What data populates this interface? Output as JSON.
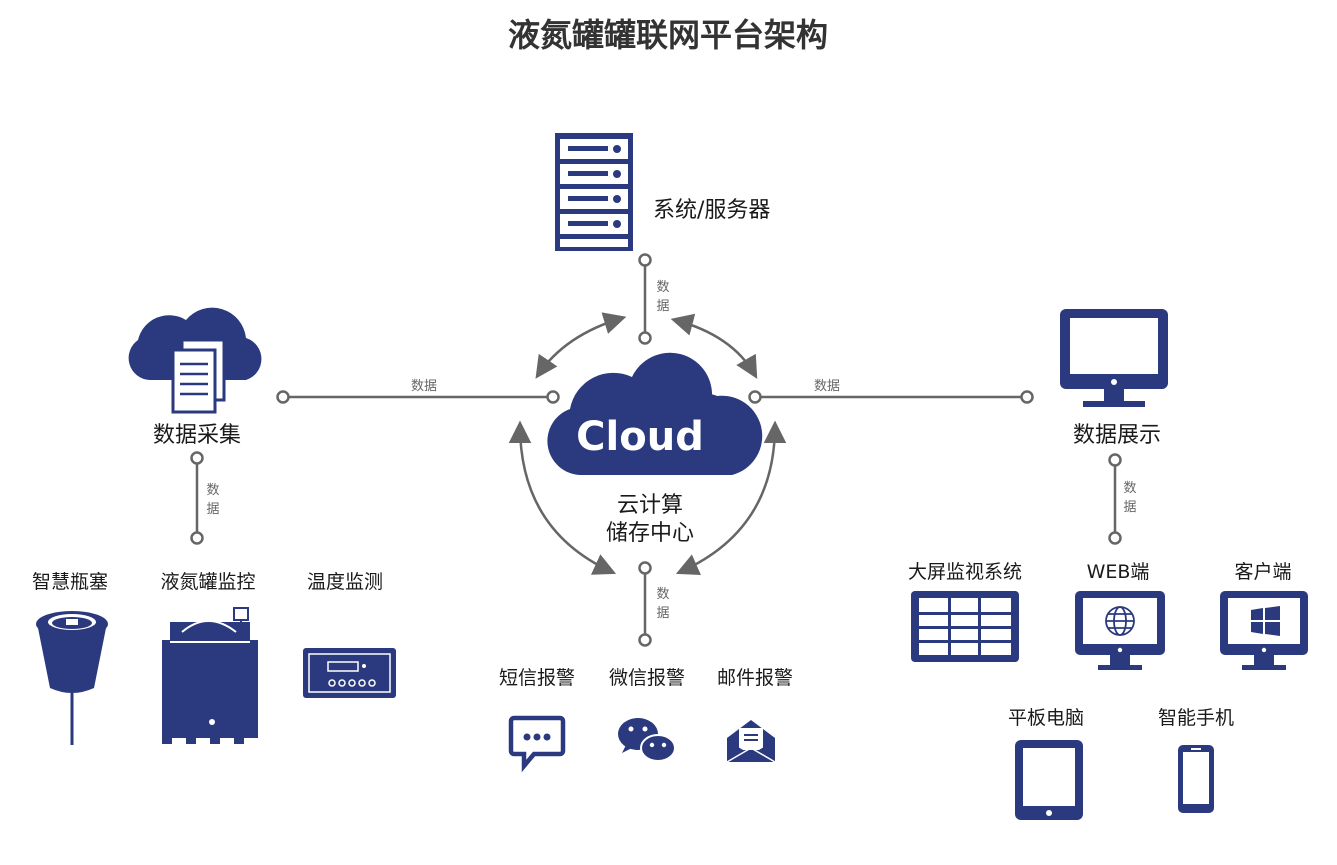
{
  "title": "液氮罐罐联网平台架构",
  "colors": {
    "primary": "#2b3a7e",
    "connector": "#666666",
    "text": "#1a1a1a",
    "edge_label": "#666666"
  },
  "center": {
    "cloud_text": "Cloud",
    "label_line1": "云计算",
    "label_line2": "储存中心"
  },
  "server": {
    "label": "系统/服务器",
    "icon": "server-rack-icon"
  },
  "acquisition": {
    "label": "数据采集",
    "icon": "cloud-documents-icon",
    "devices": [
      {
        "label": "智慧瓶塞",
        "icon": "bottle-stopper-icon"
      },
      {
        "label": "液氮罐监控",
        "icon": "nitrogen-tank-icon"
      },
      {
        "label": "温度监测",
        "icon": "temperature-monitor-icon"
      }
    ]
  },
  "display": {
    "label": "数据展示",
    "icon": "monitor-icon",
    "clients_row1": [
      {
        "label": "大屏监视系统",
        "icon": "big-screen-icon"
      },
      {
        "label": "WEB端",
        "icon": "web-monitor-icon"
      },
      {
        "label": "客户端",
        "icon": "windows-monitor-icon"
      }
    ],
    "clients_row2": [
      {
        "label": "平板电脑",
        "icon": "tablet-icon"
      },
      {
        "label": "智能手机",
        "icon": "smartphone-icon"
      }
    ]
  },
  "alarms": [
    {
      "label": "短信报警",
      "icon": "sms-icon"
    },
    {
      "label": "微信报警",
      "icon": "wechat-icon"
    },
    {
      "label": "邮件报警",
      "icon": "email-icon"
    }
  ],
  "edge_labels": {
    "left": "数据",
    "right": "数据",
    "top_char1": "数",
    "top_char2": "据",
    "bottom_char1": "数",
    "bottom_char2": "据",
    "acq_char1": "数",
    "acq_char2": "据",
    "disp_char1": "数",
    "disp_char2": "据"
  }
}
